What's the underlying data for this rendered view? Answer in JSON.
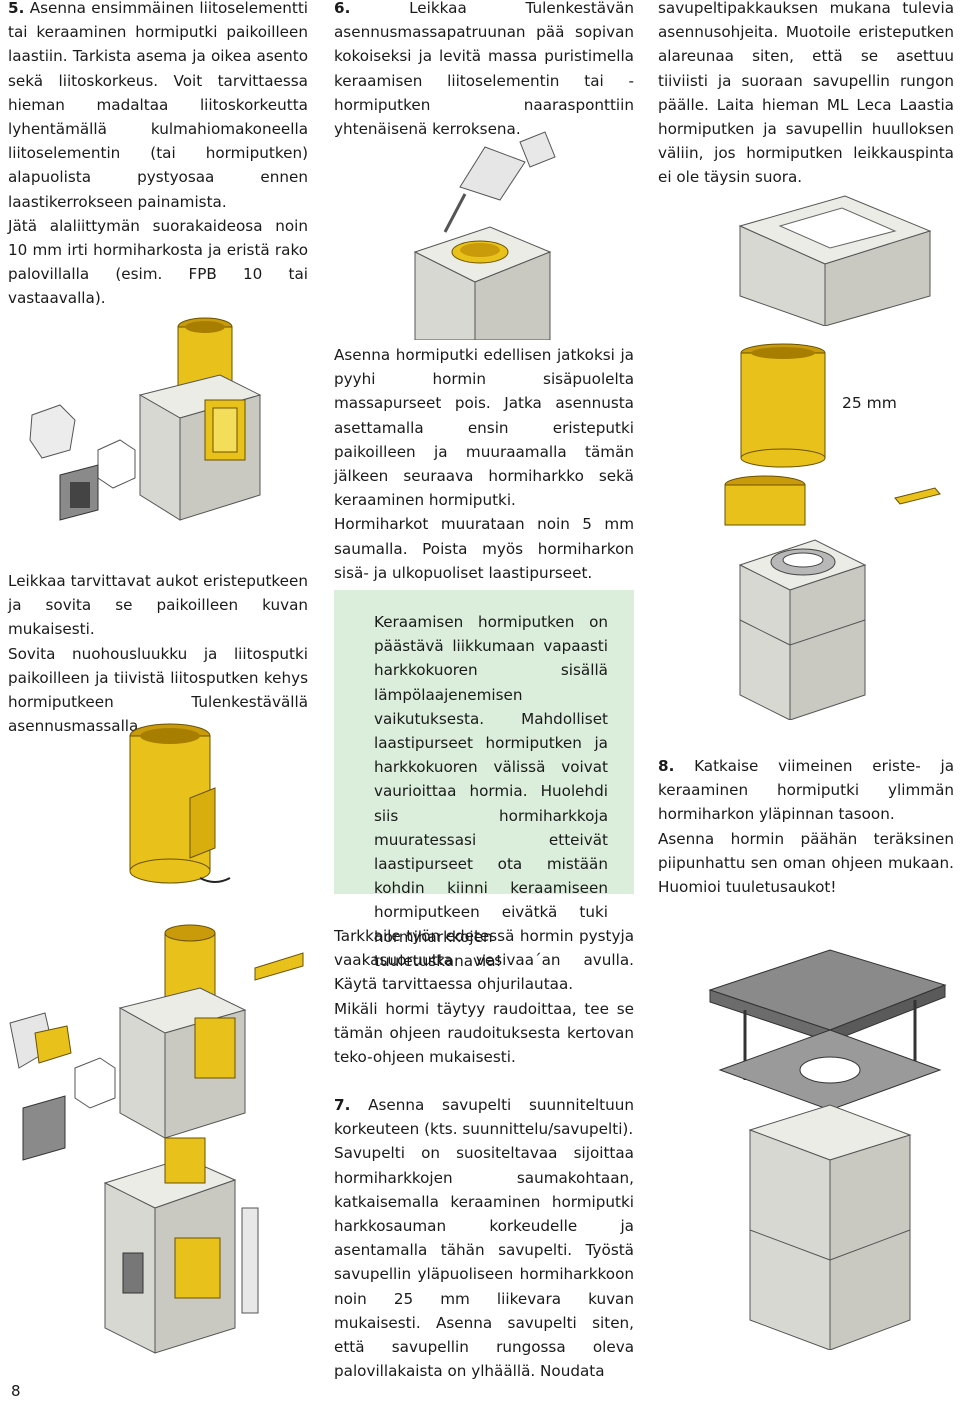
{
  "page": {
    "number": "8"
  },
  "step5": {
    "number": "5.",
    "heading": "Asenna ensimmäinen liitoselementti tai keraaminen hormiputki paikoilleen laastiin. Tarkista asema ja oikea asento sekä liitoskorkeus. Voit tarvittaessa hieman madaltaa liitoskorkeutta lyhentämällä kulmahiomakoneella liitoselementin (tai hormiputken) alapuolista pystyosaa ennen laastikerrokseen painamista.",
    "p2": "Jätä alaliittymän suorakaideosa noin 10 mm irti hormiharkosta ja eristä rako palovillalla (esim. FPB 10 tai vastaavalla).",
    "caption1": "Leikkaa tarvittavat aukot eristeputkeen ja sovita se paikoilleen kuvan mukaisesti.",
    "caption2": "Sovita nuohousluukku ja liitosputki paikoilleen ja tiivistä liitosputken kehys hormiputkeen Tulenkestävällä asennusmassalla."
  },
  "step6": {
    "number": "6.",
    "text": "Leikkaa Tulenkestävän asennusmassapatruunan pää sopivan kokoiseksi ja levitä massa puristimella keraamisen liitoselementin tai -hormiputken naarasponttiin yhtenäisenä kerroksena.",
    "p2": "Asenna hormiputki edellisen jatkoksi ja pyyhi hormin sisäpuolelta massapurseet pois. Jatka asennusta asettamalla ensin eristeputki paikoilleen ja muuraamalla tämän jälkeen seuraava hormiharkko sekä keraaminen hormiputki.",
    "p3": "Hormiharkot muurataan noin 5 mm saumalla. Poista myös hormiharkon sisä- ja ulkopuoliset laastipurseet.",
    "note": "Keraamisen hormiputken on päästävä liikkumaan vapaasti harkkokuoren sisällä lämpölaajenemisen vaikutuksesta. Mahdolliset laastipurseet hormiputken ja harkkokuoren välissä voivat vaurioittaa hormia. Huolehdi siis hormiharkkoja muuratessasi etteivät laastipurseet ota mistään kohdin kiinni keraamiseen hormiputkeen eivätkä tuki hormiharkkojen tuuletuskanavia!",
    "p4": "Tarkkaile työn edetessä hormin pystyja vaakasuoruutta vesivaa´an avulla. Käytä tarvittaessa ohjurilautaa.",
    "p5": "Mikäli hormi täytyy raudoittaa, tee se tämän ohjeen raudoituksesta kertovan teko-ohjeen mukaisesti."
  },
  "step7": {
    "number": "7.",
    "text": "Asenna savupelti suunniteltuun korkeuteen (kts. suunnittelu/savupelti).",
    "p2": "Savupelti on suositeltavaa sijoittaa hormiharkkojen saumakohtaan, katkaisemalla keraaminen hormiputki harkkosauman korkeudelle ja asentamalla tähän savupelti. Työstä savupellin yläpuoliseen hormiharkkoon noin 25 mm liikevara kuvan mukaisesti. Asenna savupelti siten, että savupellin rungossa oleva palovillakaista on ylhäällä. Noudata",
    "cont": "savupeltipakkauksen mukana tulevia asennusohjeita. Muotoile eristeputken alareunaa siten, että se asettuu tiiviisti ja suoraan savupellin rungon päälle. Laita hieman ML Leca Laastia hormiputken ja savupellin huulloksen väliin, jos hormiputken leikkauspinta ei ole täysin suora.",
    "dim_label": "25 mm"
  },
  "step8": {
    "number": "8.",
    "text": "Katkaise viimeinen eriste- ja keraaminen hormiputki ylimmän hormiharkon yläpinnan tasoon.",
    "p2": "Asenna hormin päähän teräksinen piipunhattu sen oman ohjeen mukaan. Huomioi tuuletusaukot!"
  },
  "colors": {
    "yellow": "#e8c21a",
    "concrete": "#d8d8d2",
    "note_bg": "#dbeddb"
  }
}
